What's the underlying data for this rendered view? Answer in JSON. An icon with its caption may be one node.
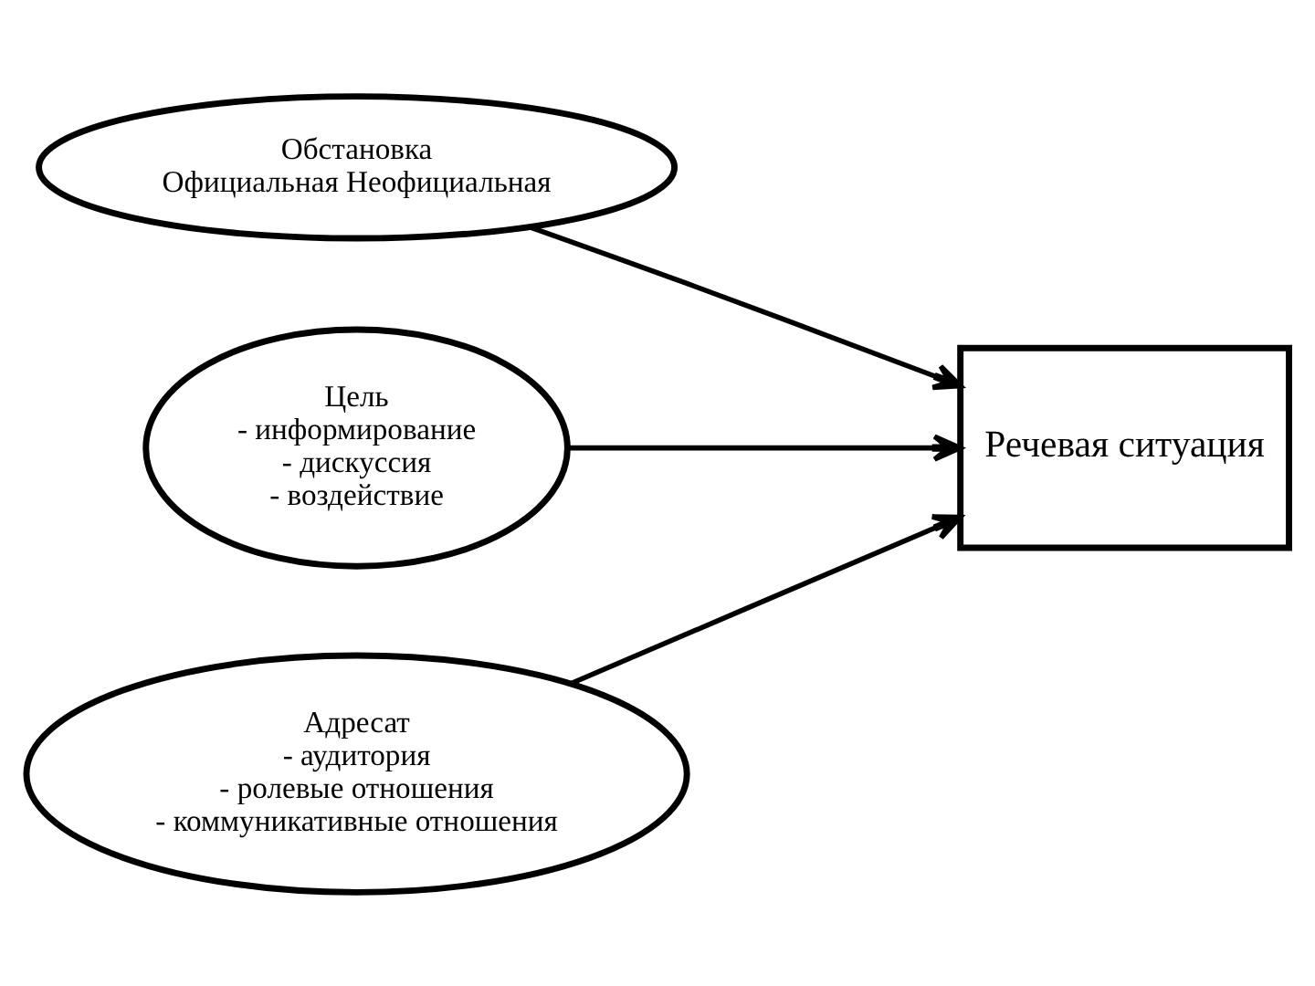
{
  "diagram": {
    "nodes": [
      {
        "text": [
          "Обстановка",
          "Официальная Неофициальная"
        ]
      },
      {
        "text": [
          "Цель",
          "- информирование",
          "- дискуссия",
          "- воздействие"
        ]
      },
      {
        "text": [
          "Адресат",
          "- аудитория",
          "- ролевые отношения",
          "- коммуникативные отношения"
        ]
      },
      {
        "text": [
          "Речевая ситуация"
        ]
      }
    ],
    "edges": [
      {
        "from": 0,
        "to": 3,
        "arrow": "to"
      },
      {
        "from": 1,
        "to": 3,
        "arrow": "to"
      },
      {
        "from": 2,
        "to": 3,
        "arrow": "to"
      }
    ]
  }
}
